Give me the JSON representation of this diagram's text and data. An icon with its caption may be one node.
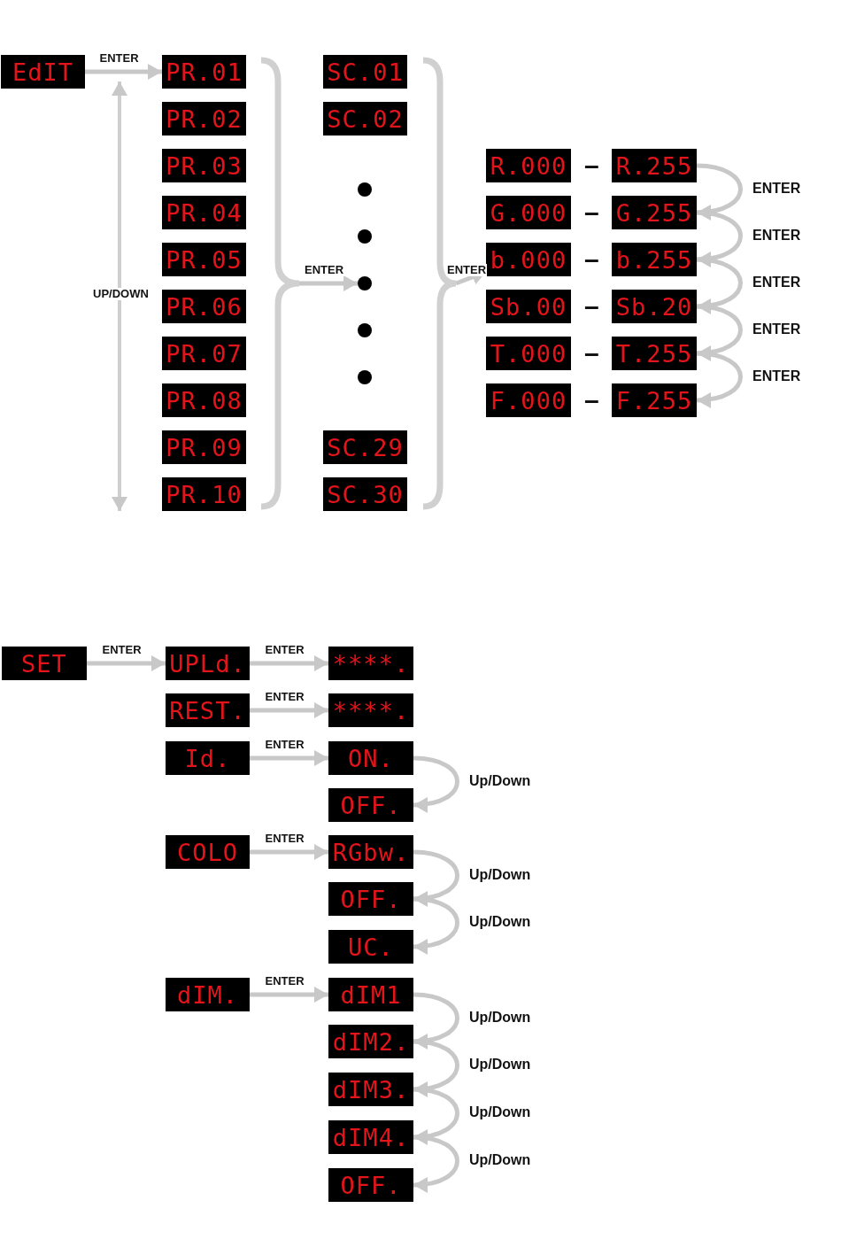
{
  "diagram": {
    "nodes": [
      {
        "text": [
          "EdIT"
        ]
      },
      {
        "text": [
          "PR.01"
        ]
      },
      {
        "text": [
          "PR.02"
        ]
      },
      {
        "text": [
          "PR.03"
        ]
      },
      {
        "text": [
          "PR.04"
        ]
      },
      {
        "text": [
          "PR.05"
        ]
      },
      {
        "text": [
          "PR.06"
        ]
      },
      {
        "text": [
          "PR.07"
        ]
      },
      {
        "text": [
          "PR.08"
        ]
      },
      {
        "text": [
          "PR.09"
        ]
      },
      {
        "text": [
          "PR.10"
        ]
      },
      {
        "text": [
          "SC.01"
        ]
      },
      {
        "text": [
          "SC.02"
        ]
      },
      {
        "text": [],
        "shape": "circle"
      },
      {
        "text": [],
        "shape": "circle"
      },
      {
        "text": [],
        "shape": "circle"
      },
      {
        "text": [],
        "shape": "circle"
      },
      {
        "text": [],
        "shape": "circle"
      },
      {
        "text": [
          "SC.29"
        ]
      },
      {
        "text": [
          "SC.30"
        ]
      },
      {
        "text": [
          "R.000"
        ]
      },
      {
        "text": [
          "R.255"
        ]
      },
      {
        "text": [
          "G.000"
        ]
      },
      {
        "text": [
          "G.255"
        ]
      },
      {
        "text": [
          "b.000"
        ]
      },
      {
        "text": [
          "b.255"
        ]
      },
      {
        "text": [
          "Sb.00"
        ]
      },
      {
        "text": [
          "Sb.20"
        ]
      },
      {
        "text": [
          "T.000"
        ]
      },
      {
        "text": [
          "T.255"
        ]
      },
      {
        "text": [
          "F.000"
        ]
      },
      {
        "text": [
          "F.255"
        ]
      },
      {
        "text": [
          "SET"
        ]
      },
      {
        "text": [
          "UPLd."
        ]
      },
      {
        "text": [
          "****."
        ]
      },
      {
        "text": [
          "REST."
        ]
      },
      {
        "text": [
          "****."
        ]
      },
      {
        "text": [
          "Id."
        ]
      },
      {
        "text": [
          "ON."
        ]
      },
      {
        "text": [
          "OFF."
        ]
      },
      {
        "text": [
          "COLO"
        ]
      },
      {
        "text": [
          "RGbw."
        ]
      },
      {
        "text": [
          "OFF."
        ]
      },
      {
        "text": [
          "UC."
        ]
      },
      {
        "text": [
          "dIM."
        ]
      },
      {
        "text": [
          "dIM1"
        ]
      },
      {
        "text": [
          "dIM2."
        ]
      },
      {
        "text": [
          "dIM3."
        ]
      },
      {
        "text": [
          "dIM4."
        ]
      },
      {
        "text": [
          "OFF."
        ]
      },
      {
        "text": [],
        "shape": "bracket"
      },
      {
        "text": [],
        "shape": "bracket"
      }
    ],
    "edges": [
      {
        "from": 0,
        "to": 1,
        "arrow": "to",
        "label": "ENTER"
      },
      {
        "from": 50,
        "to": 15,
        "arrow": "to",
        "label": "ENTER"
      },
      {
        "from": 51,
        "to": 24,
        "arrow": "to",
        "label": "ENTER"
      },
      {
        "from": 21,
        "to": 23,
        "arrow": "to",
        "label": "ENTER"
      },
      {
        "from": 23,
        "to": 25,
        "arrow": "to",
        "label": "ENTER"
      },
      {
        "from": 25,
        "to": 27,
        "arrow": "to",
        "label": "ENTER"
      },
      {
        "from": 27,
        "to": 29,
        "arrow": "to",
        "label": "ENTER"
      },
      {
        "from": 29,
        "to": 31,
        "arrow": "to",
        "label": "ENTER"
      },
      {
        "from": 32,
        "to": 33,
        "arrow": "to",
        "label": "ENTER"
      },
      {
        "from": 33,
        "to": 34,
        "arrow": "to",
        "label": "ENTER"
      },
      {
        "from": 35,
        "to": 36,
        "arrow": "to",
        "label": "ENTER"
      },
      {
        "from": 37,
        "to": 38,
        "arrow": "to",
        "label": "ENTER"
      },
      {
        "from": 40,
        "to": 41,
        "arrow": "to",
        "label": "ENTER"
      },
      {
        "from": 44,
        "to": 45,
        "arrow": "to",
        "label": "ENTER"
      },
      {
        "from": 38,
        "to": 39,
        "arrow": "to",
        "label": "Up/Down"
      },
      {
        "from": 41,
        "to": 42,
        "arrow": "to",
        "label": "Up/Down"
      },
      {
        "from": 42,
        "to": 43,
        "arrow": "to",
        "label": "Up/Down"
      },
      {
        "from": 45,
        "to": 46,
        "arrow": "to",
        "label": "Up/Down"
      },
      {
        "from": 46,
        "to": 47,
        "arrow": "to",
        "label": "Up/Down"
      },
      {
        "from": 47,
        "to": 48,
        "arrow": "to",
        "label": "Up/Down"
      },
      {
        "from": 48,
        "to": 49,
        "arrow": "to",
        "label": "Up/Down"
      }
    ],
    "labels": [
      "UP/DOWN",
      "–",
      "–",
      "–",
      "–",
      "–",
      "–"
    ]
  }
}
